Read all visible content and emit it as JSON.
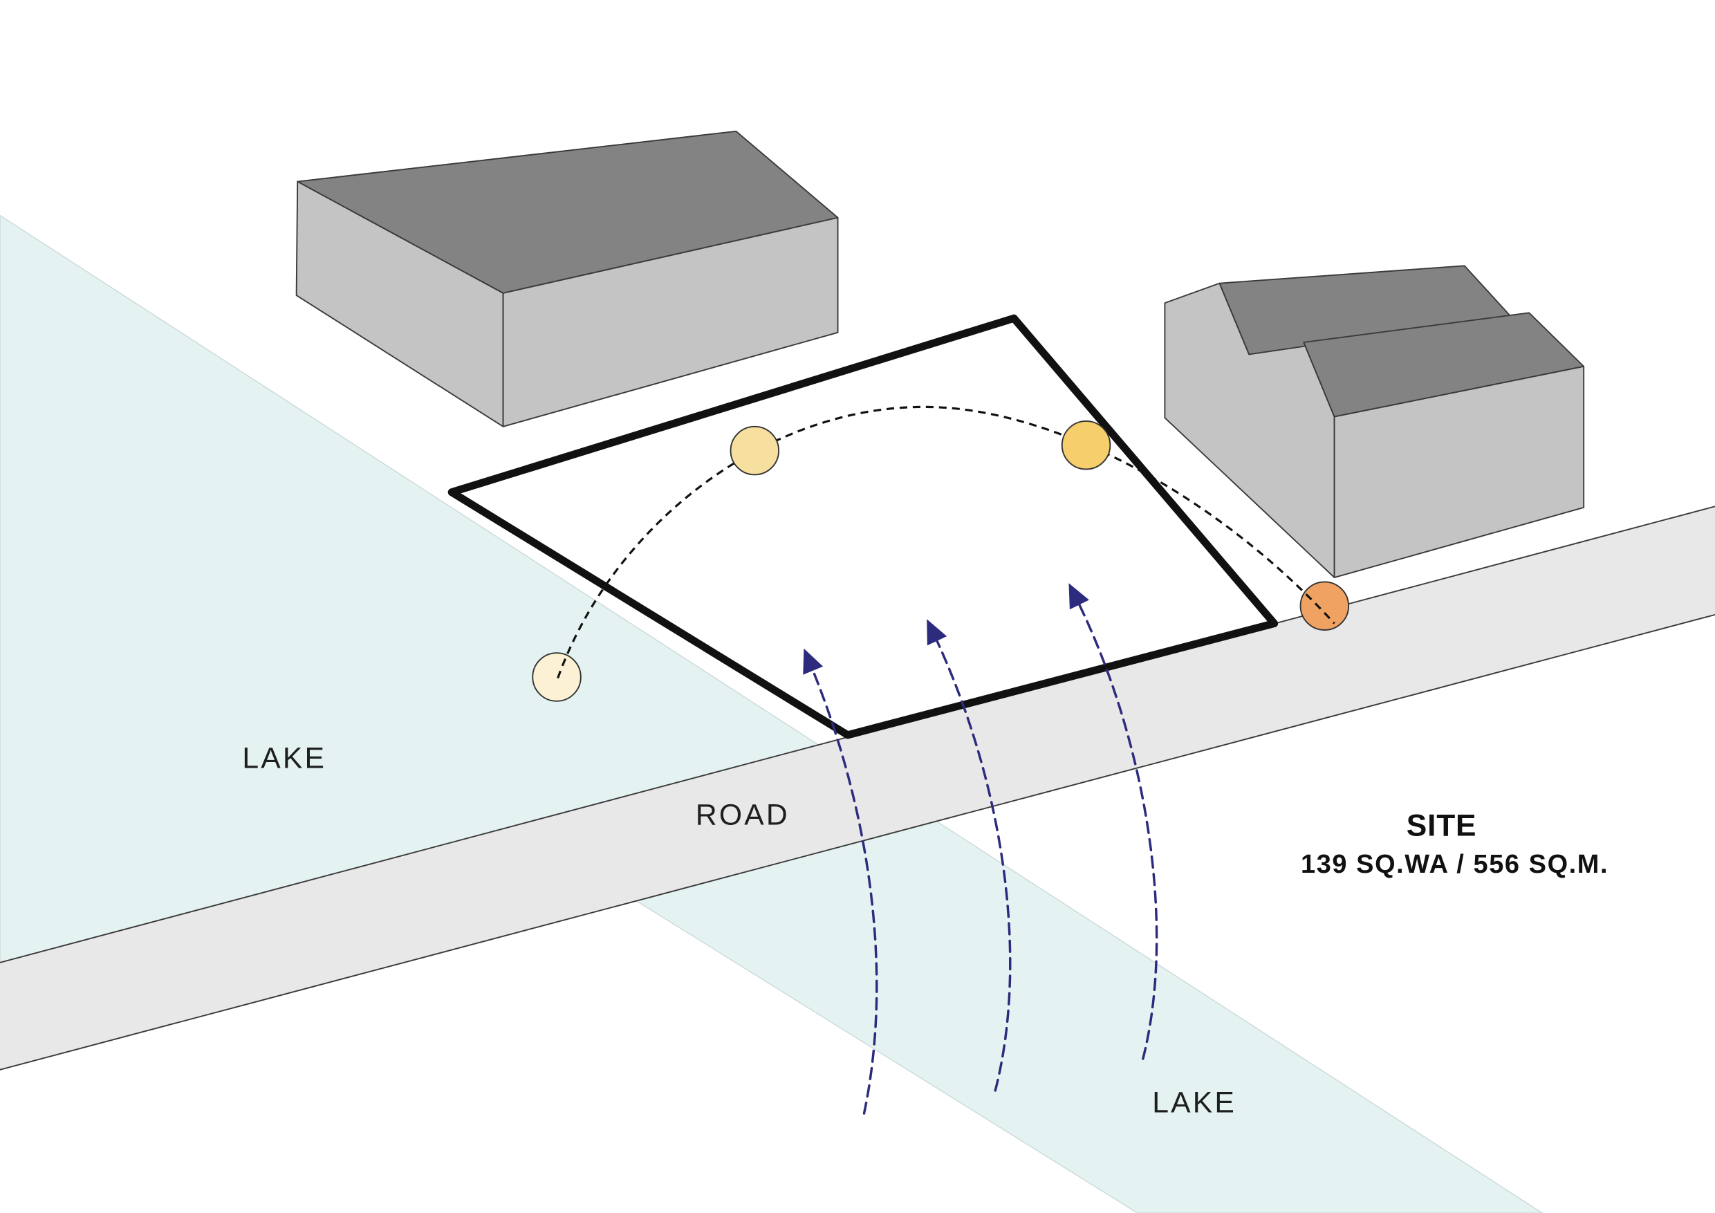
{
  "labels": {
    "lake_west": "LAKE",
    "road": "ROAD",
    "lake_south": "LAKE"
  },
  "site": {
    "title": "SITE",
    "area": "139 SQ.WA / 556 SQ.M."
  },
  "colors": {
    "background": "#FFFFFF",
    "lake": "#E4F3F2",
    "road": "#E8E8E8",
    "building_wall": "#C4C4C4",
    "building_roof": "#828382",
    "site_outline": "#111111",
    "site_fill": "#FFFFFF",
    "sun_path": "#111111",
    "sun_colors": [
      "#FCF1D4",
      "#F7DFA0",
      "#F6CF6C",
      "#F0A262"
    ],
    "wind": "#2D2B7D"
  }
}
